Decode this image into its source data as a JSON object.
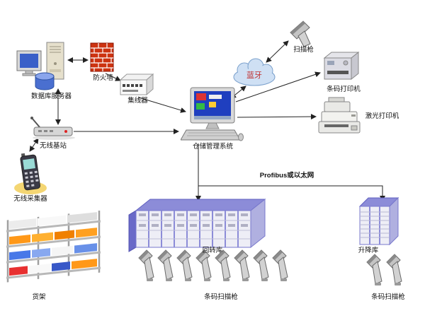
{
  "labels": {
    "database_server": "数据库服务器",
    "firewall": "防火墙",
    "hub": "集线器",
    "wireless_base": "无线基站",
    "wireless_collector": "无线采集器",
    "rack": "货架",
    "wms": "仓储管理系统",
    "bluetooth": "蓝牙",
    "scanner_gun": "扫描枪",
    "barcode_printer": "条码打印机",
    "laser_printer": "激光打印机",
    "bus": "Profibus或以太网",
    "carousel": "回转库",
    "lift": "升降库",
    "scanners_center": "条码扫描枪",
    "scanners_right": "条码扫描枪"
  },
  "colors": {
    "structure_blue": "#8c8cd8",
    "firewall_red": "#cc3311",
    "screen_blue": "#1f3fbf",
    "bluetooth_text": "#c03030",
    "glow_yellow": "#f2cf5b"
  }
}
